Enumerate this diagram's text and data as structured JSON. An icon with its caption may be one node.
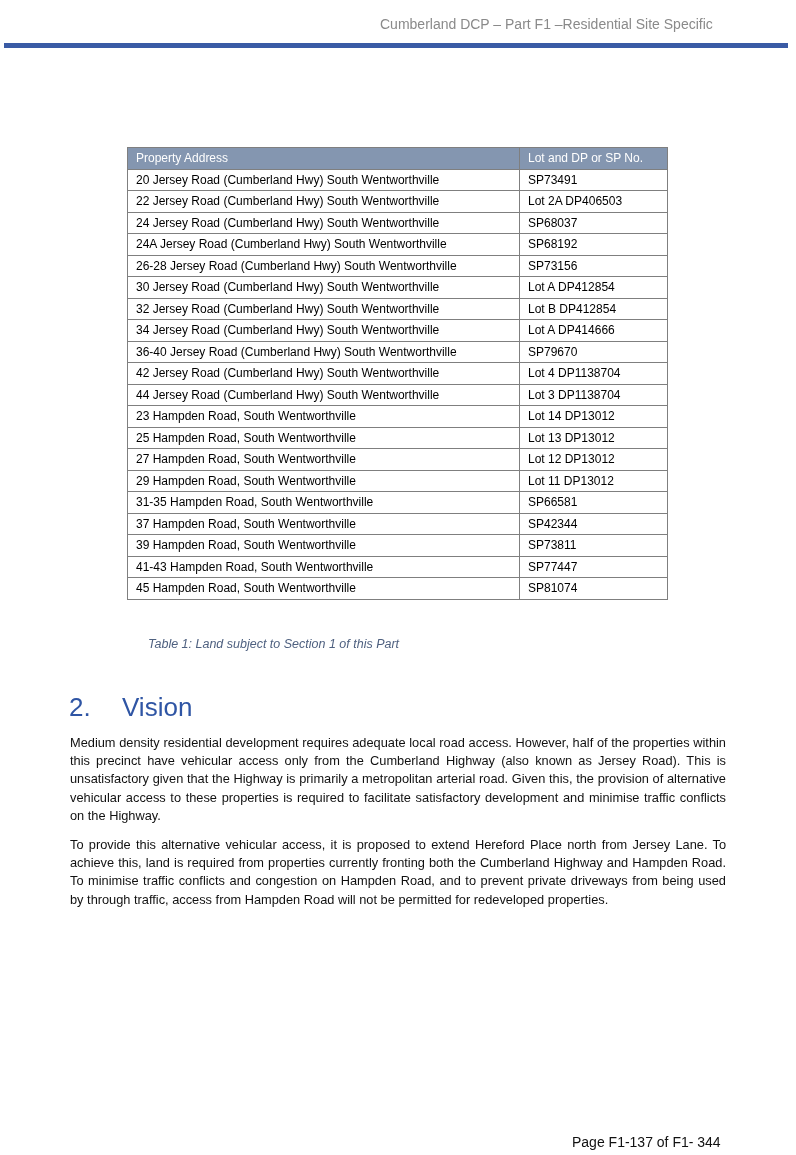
{
  "diagram": {
    "caption": "Table 1: Land subject to Section 1 of this Part",
    "labels": [
      "Cumberland DCP – Part F1 –Residential Site Specific",
      "Property Address",
      "Lot and DP or SP No.",
      "20 Jersey Road (Cumberland Hwy) South Wentworthville",
      "SP73491",
      "22 Jersey Road (Cumberland Hwy) South Wentworthville",
      "Lot 2A DP406503",
      "24 Jersey Road (Cumberland Hwy) South Wentworthville",
      "SP68037",
      "24A Jersey Road (Cumberland Hwy) South Wentworthville",
      "SP68192",
      "26-28 Jersey Road (Cumberland Hwy) South Wentworthville",
      "SP73156",
      "30 Jersey Road (Cumberland Hwy) South Wentworthville",
      "Lot A DP412854",
      "32 Jersey Road (Cumberland Hwy) South Wentworthville",
      "Lot B DP412854",
      "34 Jersey Road (Cumberland Hwy) South Wentworthville",
      "Lot A DP414666",
      "36-40 Jersey Road (Cumberland Hwy) South Wentworthville",
      "SP79670",
      "42 Jersey Road (Cumberland Hwy) South Wentworthville",
      "Lot 4 DP1138704",
      "44 Jersey Road (Cumberland Hwy) South Wentworthville",
      "Lot 3 DP1138704",
      "23 Hampden Road, South Wentworthville",
      "Lot 14 DP13012",
      "25 Hampden Road, South Wentworthville",
      "Lot 13 DP13012",
      "27 Hampden Road, South Wentworthville",
      "Lot 12 DP13012",
      "29 Hampden Road, South Wentworthville",
      "Lot 11 DP13012",
      "31-35 Hampden Road, South Wentworthville",
      "SP66581",
      "37 Hampden Road, South Wentworthville",
      "SP42344",
      "39 Hampden Road, South Wentworthville",
      "SP73811",
      "41-43 Hampden Road, South Wentworthville",
      "SP77447",
      "45 Hampden Road, South Wentworthville",
      "SP81074",
      "2.",
      "Vision",
      "Medium density residential development requires adequate local road access. However, half of the properties within this precinct have vehicular access only from the Cumberland Highway (also known as Jersey Road). This is unsatisfactory given that the Highway is primarily a metropolitan arterial road. Given this, the provision of alternative vehicular access to these properties is required to facilitate satisfactory development and minimise traffic conflicts on the Highway.",
      "To provide this alternative vehicular access, it is proposed to extend Hereford Place north from Jersey Lane. To achieve this, land is required from properties currently fronting both the Cumberland Highway and Hampden Road. To minimise traffic conflicts and congestion on Hampden Road, and to prevent private driveways from being used by through traffic, access from Hampden Road will not be permitted for redeveloped properties.",
      "Page F1-137 of F1- 344"
    ]
  }
}
